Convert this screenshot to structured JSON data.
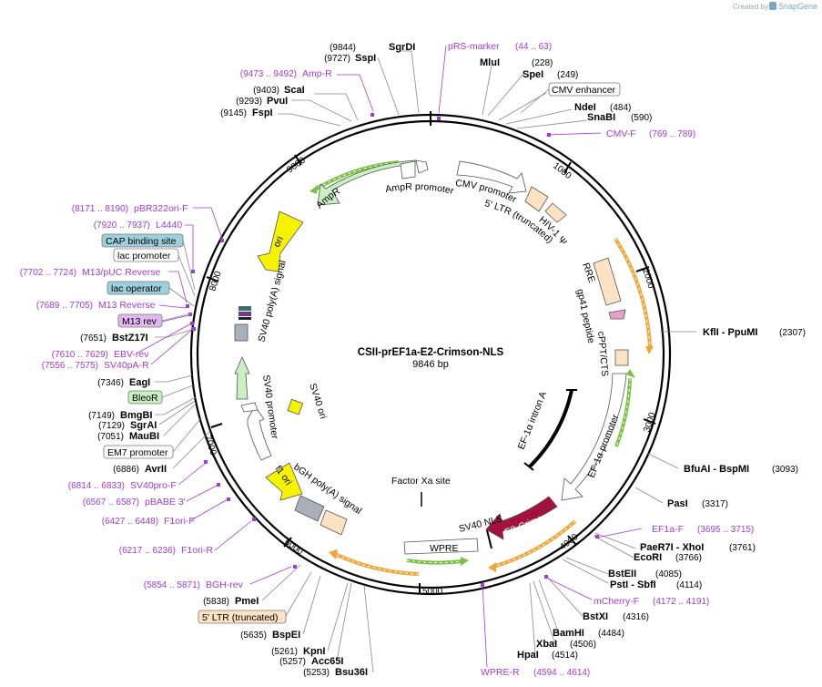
{
  "title": "CSII-prEF1a-E2-Crimson-NLS",
  "length": "9846 bp",
  "total_bp": 9846,
  "logo": {
    "prefix": "Created by",
    "brand": "SnapGene"
  },
  "colors": {
    "primer": "#a03ccf",
    "orange_arc": "#f0a537",
    "green_arc": "#7ac143",
    "crimson": "#a3123f"
  },
  "ticks": [
    "1000",
    "2000",
    "3000",
    "4000",
    "5000",
    "6000",
    "7000",
    "8000",
    "9000"
  ],
  "enzymes_right": [
    {
      "name": "SgrDI",
      "pos": "(9844)"
    },
    {
      "name": "MluI",
      "pos": "(228)"
    },
    {
      "name": "SpeI",
      "pos": "(249)"
    },
    {
      "name": "NdeI",
      "pos": "(484)"
    },
    {
      "name": "SnaBI",
      "pos": "(590)"
    },
    {
      "name": "KflI  - PpuMI",
      "pos": "(2307)"
    },
    {
      "name": "BfuAI  - BspMI",
      "pos": "(3093)"
    },
    {
      "name": "PasI",
      "pos": "(3317)"
    },
    {
      "name": "PaeR7I  - XhoI",
      "pos": "(3761)"
    },
    {
      "name": "EcoRI",
      "pos": "(3766)"
    },
    {
      "name": "BstEII",
      "pos": "(4085)"
    },
    {
      "name": "PstI  - SbfI",
      "pos": "(4114)"
    },
    {
      "name": "BstXI",
      "pos": "(4316)"
    },
    {
      "name": "BamHI",
      "pos": "(4484)"
    },
    {
      "name": "XbaI",
      "pos": "(4506)"
    },
    {
      "name": "HpaI",
      "pos": "(4514)"
    }
  ],
  "enzymes_left": [
    {
      "name": "SspI",
      "pos": "(9727)"
    },
    {
      "name": "ScaI",
      "pos": "(9403)"
    },
    {
      "name": "PvuI",
      "pos": "(9293)"
    },
    {
      "name": "FspI",
      "pos": "(9145)"
    },
    {
      "name": "BstZ17I",
      "pos": "(7651)"
    },
    {
      "name": "EagI",
      "pos": "(7346)"
    },
    {
      "name": "BmgBI",
      "pos": "(7149)"
    },
    {
      "name": "SgrAI",
      "pos": "(7129)"
    },
    {
      "name": "MauBI",
      "pos": "(7051)"
    },
    {
      "name": "AvrII",
      "pos": "(6886)"
    },
    {
      "name": "PmeI",
      "pos": "(5838)"
    },
    {
      "name": "BspEI",
      "pos": "(5635)"
    },
    {
      "name": "KpnI",
      "pos": "(5261)"
    },
    {
      "name": "Acc65I",
      "pos": "(5257)"
    },
    {
      "name": "Bsu36I",
      "pos": "(5253)"
    }
  ],
  "primers_right": [
    {
      "name": "pRS-marker",
      "pos": "(44 .. 63)"
    },
    {
      "name": "CMV-F",
      "pos": "(769 .. 789)"
    },
    {
      "name": "EF1a-F",
      "pos": "(3695 .. 3715)"
    },
    {
      "name": "mCherry-F",
      "pos": "(4172 .. 4191)"
    },
    {
      "name": "WPRE-R",
      "pos": "(4594 .. 4614)"
    }
  ],
  "primers_left": [
    {
      "name": "Amp-R",
      "pos": "(9473 .. 9492)"
    },
    {
      "name": "pBR322ori-F",
      "pos": "(8171 .. 8190)"
    },
    {
      "name": "L4440",
      "pos": "(7920 .. 7937)"
    },
    {
      "name": "M13/pUC Reverse",
      "pos": "(7702 .. 7724)"
    },
    {
      "name": "M13 Reverse",
      "pos": "(7689 .. 7705)"
    },
    {
      "name": "EBV-rev",
      "pos": "(7610 .. 7629)"
    },
    {
      "name": "SV40pA-R",
      "pos": "(7556 .. 7575)"
    },
    {
      "name": "SV40pro-F",
      "pos": "(6814 .. 6833)"
    },
    {
      "name": "pBABE 3'",
      "pos": "(6567 .. 6587)"
    },
    {
      "name": "F1ori-F",
      "pos": "(6427 .. 6448)"
    },
    {
      "name": "F1ori-R",
      "pos": "(6217 .. 6236)"
    },
    {
      "name": "BGH-rev",
      "pos": "(5854 .. 5871)"
    }
  ],
  "boxed_labels": {
    "cmv_enhancer": "CMV enhancer",
    "cap_binding_site": "CAP binding site",
    "lac_promoter": "lac promoter",
    "lac_operator": "lac operator",
    "m13_rev": "M13 rev",
    "bleor": "BleoR",
    "em7_promoter": "EM7 promoter",
    "ltr_truncated": "5' LTR (truncated)",
    "wpre": "WPRE",
    "e2_crimson": "E2-Crimson"
  },
  "features": {
    "ampr": "AmpR",
    "ampr_promoter": "AmpR promoter",
    "cmv_promoter": "CMV promoter",
    "ltr5": "5' LTR (truncated)",
    "hiv_psi": "HIV-1 Ψ",
    "rre": "RRE",
    "gp41": "gp41 peptide",
    "cppt": "cPPT/CTS",
    "ef1a_promoter": "EF-1α promoter",
    "ef1a_intron": "EF-1α intron A",
    "sv40_nls": "SV40 NLS",
    "factor_xa": "Factor Xa site",
    "bgh_polya": "bGH poly(A) signal",
    "f1_ori": "f1 ori",
    "sv40_promoter": "SV40 promoter",
    "sv40_ori": "SV40 ori",
    "sv40_polya": "SV40 poly(A) signal",
    "ori": "ori"
  }
}
